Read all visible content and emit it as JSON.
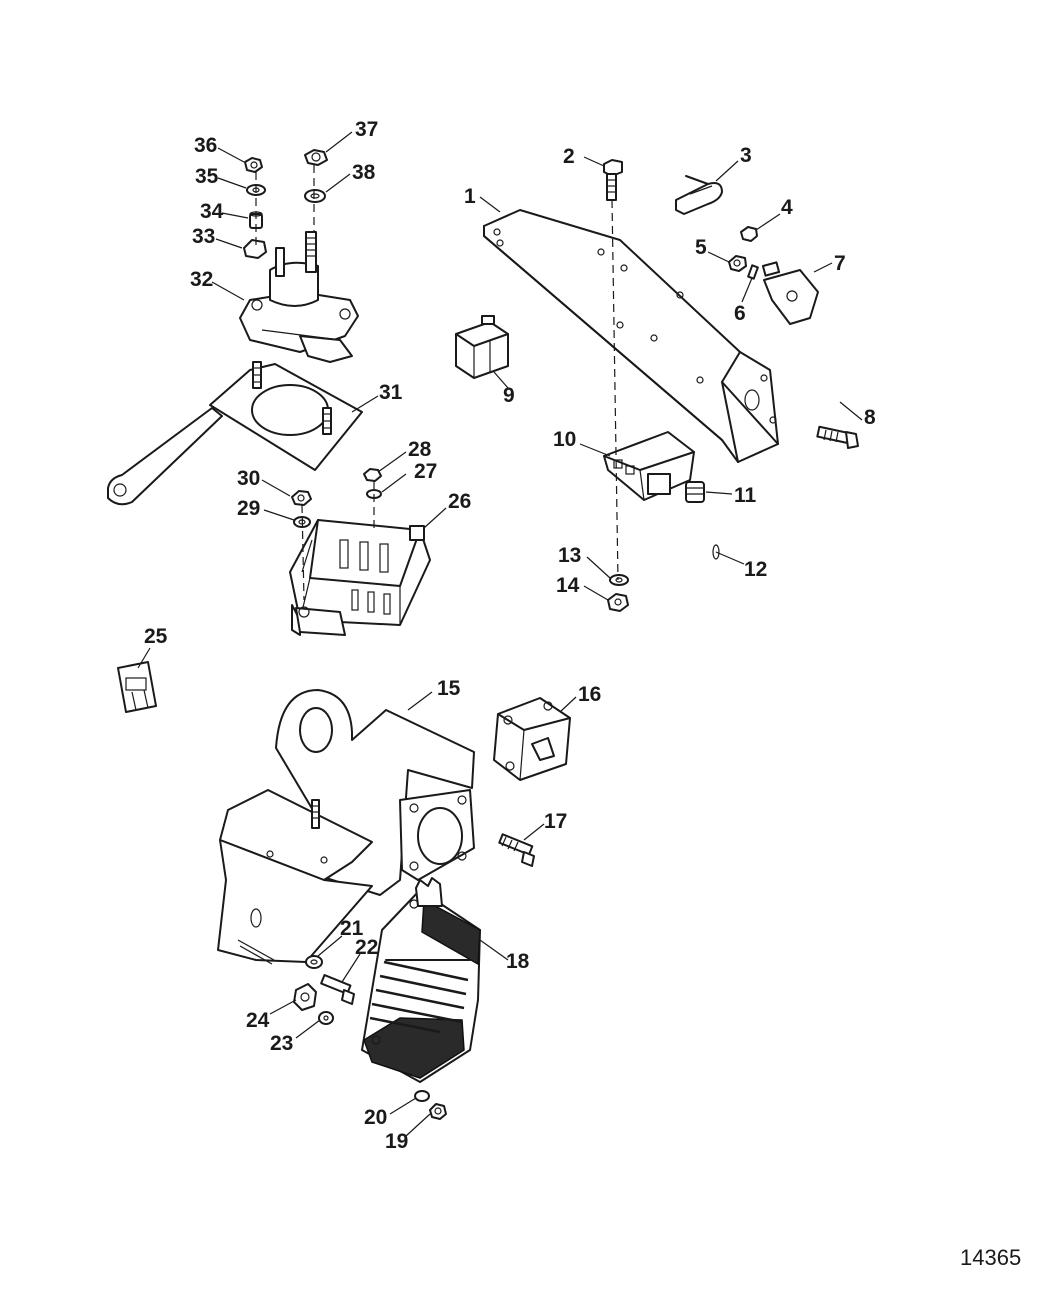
{
  "figure_number": "14365",
  "callouts": [
    "1",
    "2",
    "3",
    "4",
    "5",
    "6",
    "7",
    "8",
    "9",
    "10",
    "11",
    "12",
    "13",
    "14",
    "15",
    "16",
    "17",
    "18",
    "19",
    "20",
    "21",
    "22",
    "23",
    "24",
    "25",
    "26",
    "27",
    "28",
    "29",
    "30",
    "31",
    "32",
    "33",
    "34",
    "35",
    "36",
    "37",
    "38"
  ]
}
